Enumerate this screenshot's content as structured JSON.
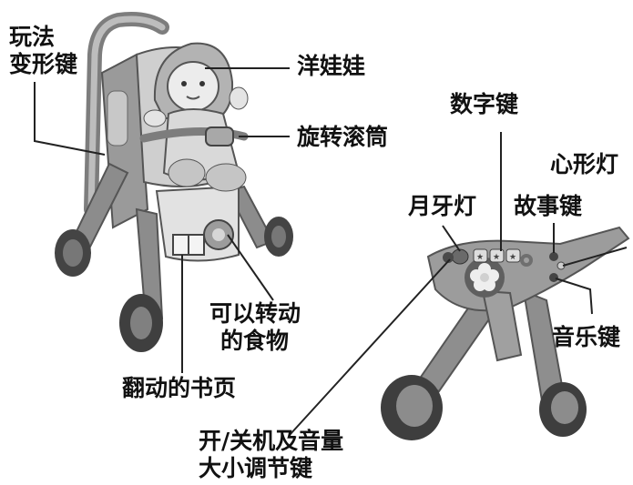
{
  "colors": {
    "plastic_dark": "#555555",
    "plastic_mid": "#8c8c8c",
    "plastic_light": "#bdbdbd",
    "plastic_pale": "#dedede",
    "text": "#111111",
    "leader_line": "#222222"
  },
  "labels": {
    "mode_switch": [
      "玩法",
      "变形键"
    ],
    "doll": "洋娃娃",
    "roller": "旋转滚筒",
    "number_keys": "数字键",
    "heart_light": "心形灯",
    "moon_light": "月牙灯",
    "story_key": "故事键",
    "music_key": "音乐键",
    "rotating_food": [
      "可以转动",
      "的食物"
    ],
    "flip_pages": "翻动的书页",
    "power_volume": [
      "开/关机及音量",
      "大小调节键"
    ]
  },
  "icons": {
    "flower": "flower-button-icon",
    "star": "star-key-icon",
    "speaker": "speaker-grille-icon"
  }
}
